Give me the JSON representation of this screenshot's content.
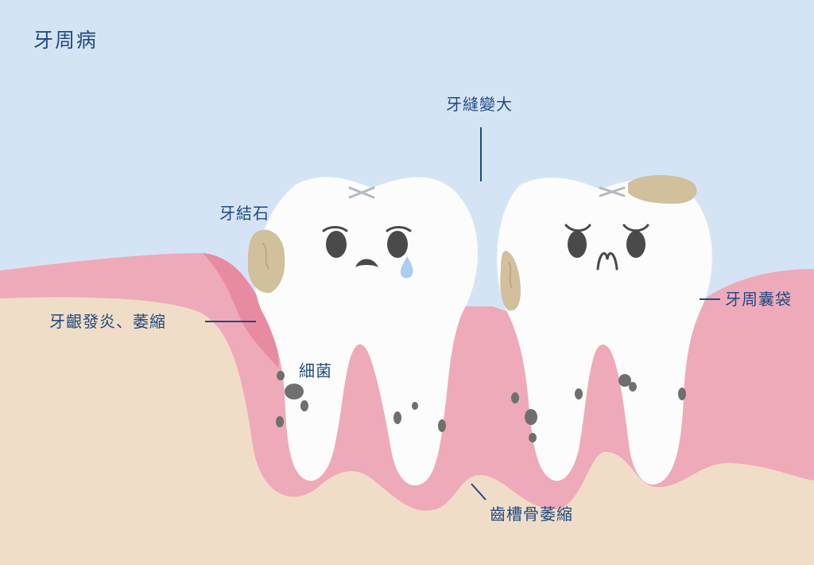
{
  "title": "牙周病",
  "labels": {
    "gap": "牙縫變大",
    "calculus": "牙結石",
    "gingivitis": "牙齦發炎、萎縮",
    "bacteria": "細菌",
    "pocket": "牙周囊袋",
    "bone": "齒槽骨萎縮"
  },
  "colors": {
    "sky": "#d5e4f5",
    "gum": "#efaab9",
    "gum_dark": "#e88ba0",
    "bone": "#f0ddc8",
    "tooth": "#fbfcfb",
    "tartar": "#d2bf9b",
    "bacteria": "#6f6f6f",
    "text": "#1f4a80"
  }
}
